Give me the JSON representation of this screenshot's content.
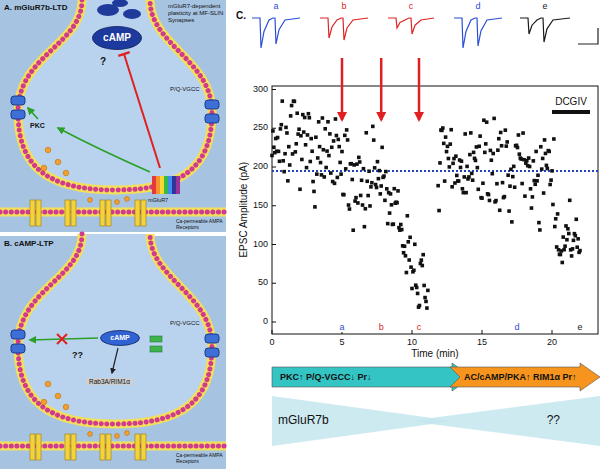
{
  "diagram": {
    "nodes": [
      {
        "text": [
          "A. mGluR7b-LTD"
        ]
      },
      {
        "text": [
          "cAMP"
        ],
        "in": 0
      },
      {
        "text": [
          "B. cAMP-LTP"
        ]
      },
      {
        "text": [
          "cAMP"
        ],
        "in": 2
      },
      {
        "text": [
          "PKC↑ P/Q-VGCC↓ Pr↓"
        ]
      },
      {
        "text": [
          "AC/cAMP/PKA↑ RIM1α Pr↑"
        ]
      },
      {
        "text": [
          "mGluR7b"
        ]
      },
      {
        "text": [
          "??"
        ]
      }
    ],
    "labels": [
      "mGluR7-dependent plasticity at MF-SLIN Synapses",
      "?",
      "PKC",
      "P/Q-VGCC",
      "mGluR7",
      "Ca-permeable AMPA Receptors",
      "P/Q-VGCC",
      "??",
      "Rab3A/RIM1α",
      "Ca-permeable AMPA Receptors",
      "C.",
      "a",
      "b",
      "c",
      "d",
      "e",
      "EPSC Amplitude (pA)",
      "300",
      "250",
      "200",
      "150",
      "100",
      "50",
      "0",
      "0",
      "5",
      "10",
      "15",
      "20",
      "Time (min)",
      "DCGIV",
      "a",
      "b",
      "c",
      "d",
      "e"
    ]
  }
}
